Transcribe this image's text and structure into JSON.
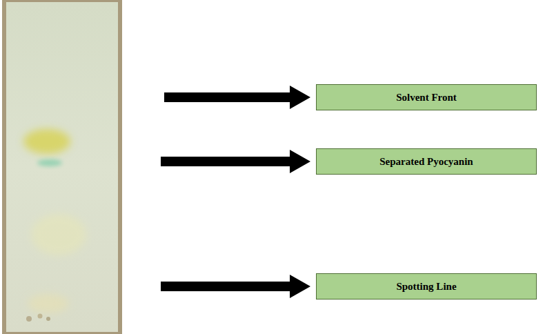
{
  "diagram": {
    "nodes": [
      {
        "text": [
          "Solvent Front"
        ]
      },
      {
        "text": [
          "Separated Pyocyanin"
        ]
      },
      {
        "text": [
          "Spotting Line"
        ]
      }
    ]
  }
}
